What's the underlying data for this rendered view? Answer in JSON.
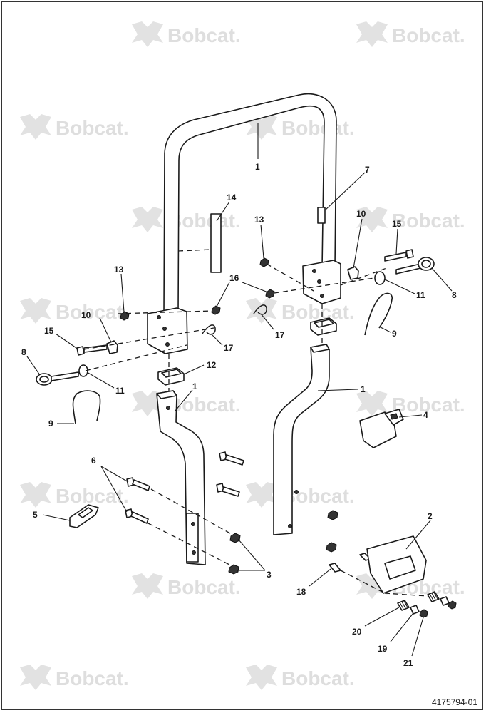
{
  "watermark": {
    "text": "Bobcat."
  },
  "document_number": "4175794-01",
  "callouts": [
    {
      "id": "c1a",
      "label": "1"
    },
    {
      "id": "c7",
      "label": "7"
    },
    {
      "id": "c14",
      "label": "14"
    },
    {
      "id": "c13a",
      "label": "13"
    },
    {
      "id": "c10a",
      "label": "10"
    },
    {
      "id": "c15a",
      "label": "15"
    },
    {
      "id": "c8a",
      "label": "8"
    },
    {
      "id": "c11a",
      "label": "11"
    },
    {
      "id": "c9a",
      "label": "9"
    },
    {
      "id": "c13b",
      "label": "13"
    },
    {
      "id": "c16",
      "label": "16"
    },
    {
      "id": "c10b",
      "label": "10"
    },
    {
      "id": "c15b",
      "label": "15"
    },
    {
      "id": "c8b",
      "label": "8"
    },
    {
      "id": "c11b",
      "label": "11"
    },
    {
      "id": "c9b",
      "label": "9"
    },
    {
      "id": "c17a",
      "label": "17"
    },
    {
      "id": "c17b",
      "label": "17"
    },
    {
      "id": "c12",
      "label": "12"
    },
    {
      "id": "c1b",
      "label": "1"
    },
    {
      "id": "c1c",
      "label": "1"
    },
    {
      "id": "c4",
      "label": "4"
    },
    {
      "id": "c6",
      "label": "6"
    },
    {
      "id": "c5",
      "label": "5"
    },
    {
      "id": "c3",
      "label": "3"
    },
    {
      "id": "c2",
      "label": "2"
    },
    {
      "id": "c18",
      "label": "18"
    },
    {
      "id": "c20",
      "label": "20"
    },
    {
      "id": "c19",
      "label": "19"
    },
    {
      "id": "c21",
      "label": "21"
    }
  ]
}
